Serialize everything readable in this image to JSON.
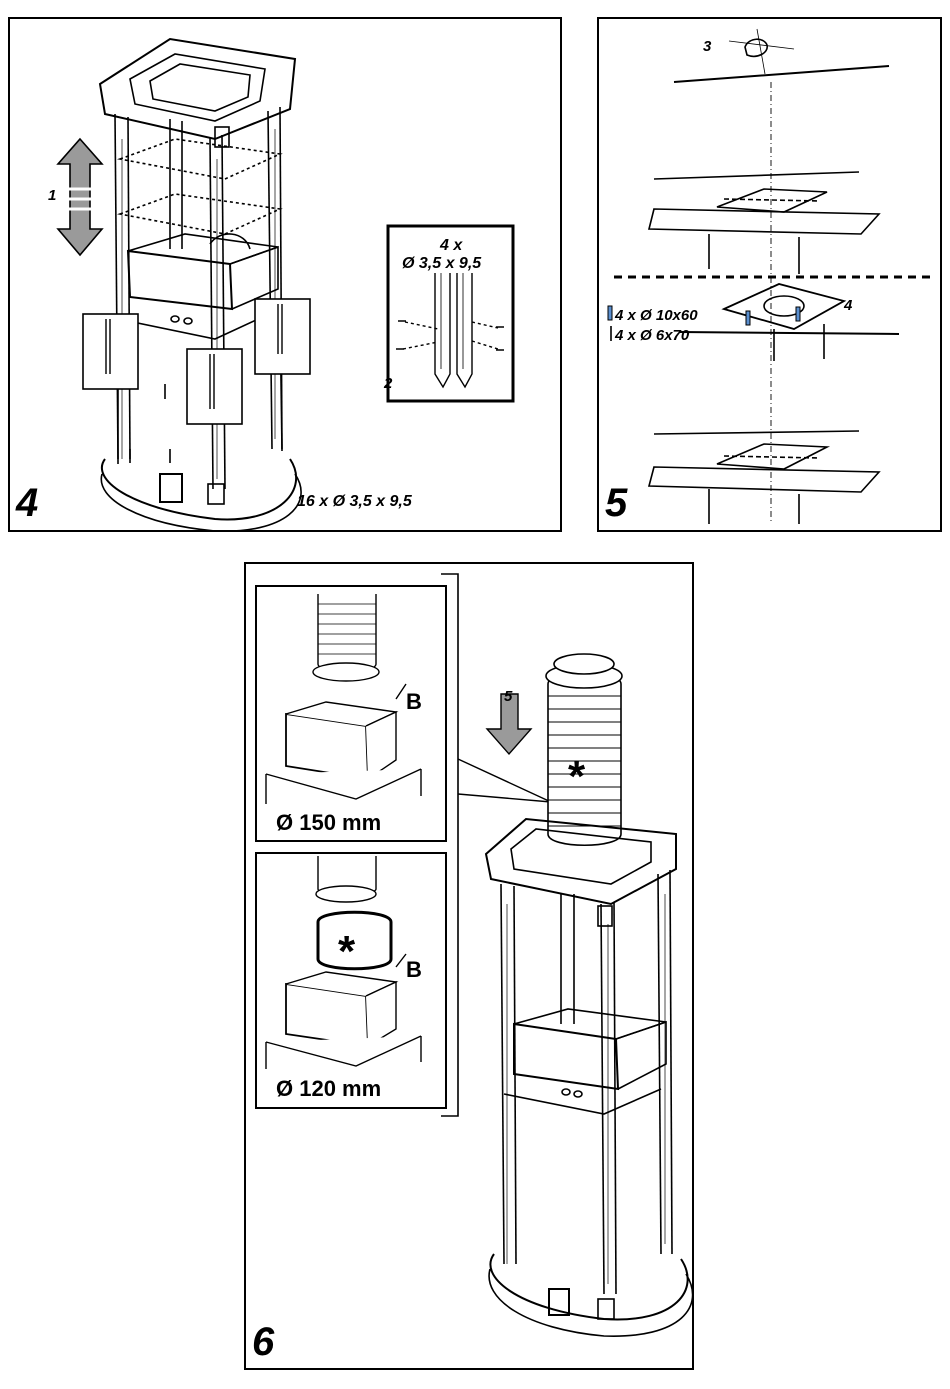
{
  "panel4": {
    "number": "4",
    "arrow_label": "1",
    "detail_label": "2",
    "detail_qty": "4 x",
    "detail_screw": "Ø 3,5 x 9,5",
    "screws_note": "16 x Ø 3,5 x 9,5"
  },
  "panel5": {
    "number": "5",
    "step_mark_label": "3",
    "step_fix_label": "4",
    "anchor_spec": "4 x Ø 10x60",
    "screw_spec": "4 x Ø 6x70"
  },
  "panel6": {
    "number": "6",
    "arrow_label": "5",
    "inset_top": {
      "part_label": "B",
      "diameter": "Ø 150 mm"
    },
    "inset_bottom": {
      "part_label": "B",
      "diameter": "Ø 120 mm",
      "adapter_mark": "*"
    },
    "pipe_mark": "*"
  },
  "colors": {
    "line": "#000000",
    "arrow_fill": "#9a9a9a",
    "background": "#ffffff"
  }
}
